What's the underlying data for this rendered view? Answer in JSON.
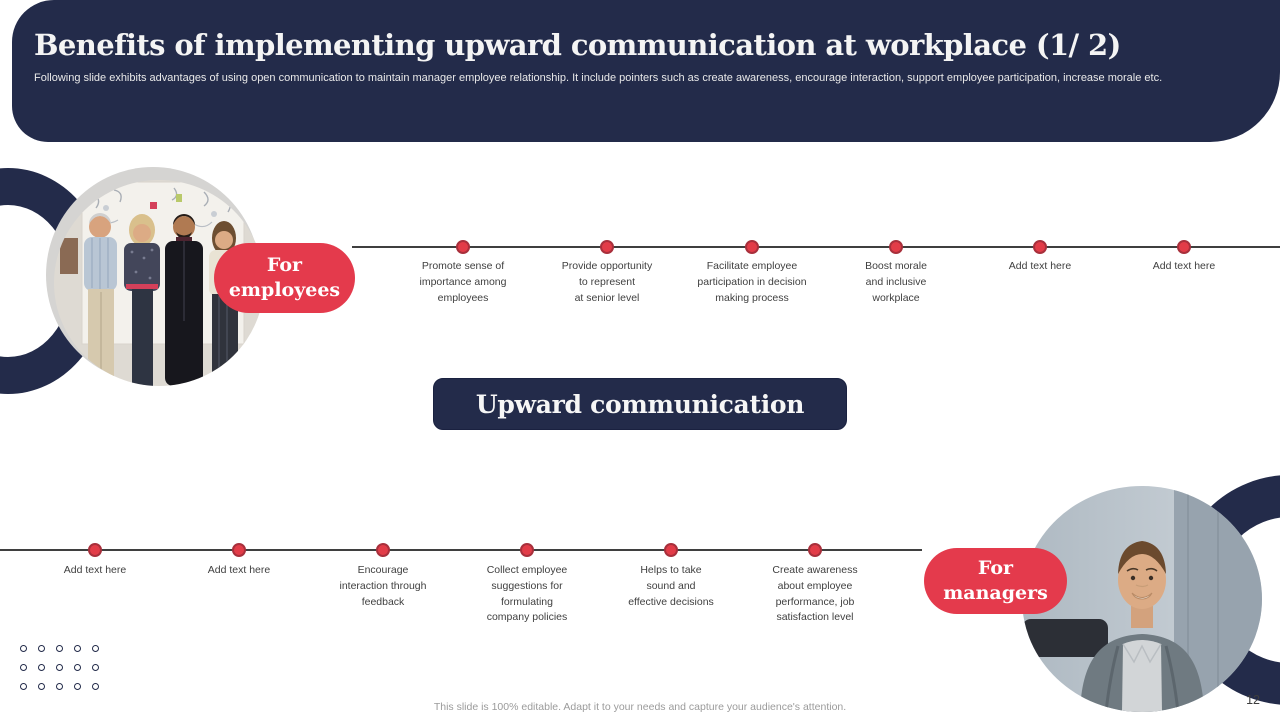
{
  "header": {
    "title": "Benefits of implementing upward communication at workplace (1/ 2)",
    "subtitle": "Following slide exhibits advantages of using open communication to maintain manager employee relationship. It include pointers such as create awareness, encourage interaction, support employee participation, increase morale etc."
  },
  "center_box": {
    "label": "Upward communication"
  },
  "top_track": {
    "badge_label": "For\nemployees",
    "items": [
      "Promote sense of\nimportance among\nemployees",
      "Provide opportunity\nto represent\nat senior level",
      "Facilitate employee\nparticipation in decision\nmaking process",
      "Boost morale\nand inclusive\nworkplace",
      "Add text here",
      "Add text here"
    ]
  },
  "bottom_track": {
    "badge_label": "For\nmanagers",
    "items": [
      "Add text here",
      "Add text here",
      "Encourage\ninteraction through\nfeedback",
      "Collect employee\nsuggestions for\nformulating\ncompany policies",
      "Helps to take\nsound and\neffective decisions",
      "Create awareness\nabout employee\nperformance, job\nsatisfaction level"
    ]
  },
  "footer": {
    "note": "This slide is 100% editable. Adapt it to your needs and capture your audience's attention.",
    "page_number": "12"
  },
  "colors": {
    "navy": "#232b4a",
    "red": "#e43a4c",
    "dot_fill": "#e23c48",
    "dot_border": "#a8303c",
    "line": "#3f3f3f",
    "label_text": "#404040",
    "footer_text": "#9b9b9b"
  }
}
